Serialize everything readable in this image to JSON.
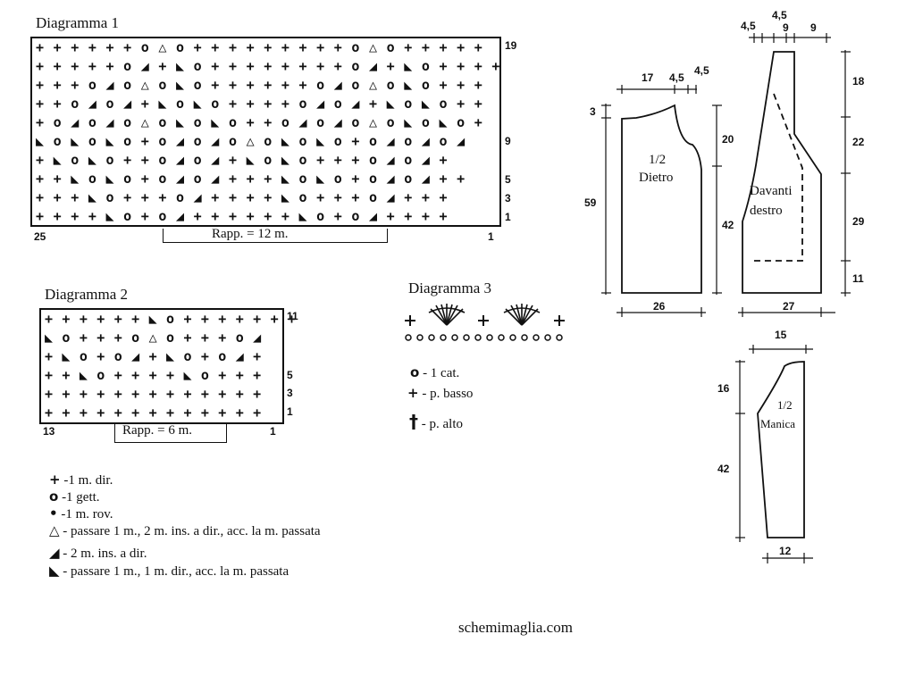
{
  "diagram1": {
    "title": "Diagramma 1",
    "rows": [
      "++++++o△o+++++++++o△o+++++",
      "+++++o◢+◣o++++++++o◢+◣o++++",
      "+++o◢o△o◣o++++++o◢o△o◣o+++",
      "++o◢o◢+◣o◣o++++o◢o◢+◣o◣o++",
      "+o◢o◢o△o◣o◣o++o◢o◢o△o◣o◣o+",
      "◣o◣o◣o+o◢o◢o△o◣o◣o+o◢o◢o◢",
      "+◣o◣o++o◢o◢+◣o◣o+++o◢o◢+",
      "++◣o◣o+o◢o◢+++◣o◣o+o◢o◢++",
      "+++◣o+++o◢++++◣o+++o◢+++",
      "++++◣o+o◢++++++◣o+o◢++++"
    ],
    "row_numbers": [
      "19",
      "9",
      "5",
      "3",
      "1"
    ],
    "left_count": "25",
    "right_count": "1",
    "repeat": "Rapp. = 12 m."
  },
  "diagram2": {
    "title": "Diagramma 2",
    "rows": [
      "++++++◣o+++++++",
      "◣o+++o△o+++o◢",
      "+◣o+o◢+◣o+o◢+",
      "++◣o++++◣o+++",
      "+++++++++++++",
      "+++++++++++++"
    ],
    "row_numbers": [
      "11",
      "5",
      "3",
      "1"
    ],
    "left_count": "13",
    "right_count": "1",
    "repeat": "Rapp. = 6 m."
  },
  "diagram3": {
    "title": "Diagramma 3",
    "legend": [
      {
        "symbol": "o",
        "text": "- 1 cat."
      },
      {
        "symbol": "+",
        "text": "- p. basso"
      },
      {
        "symbol": "†",
        "text": "- p. alto"
      }
    ]
  },
  "legend": [
    {
      "symbol": "+",
      "text": "-1 m. dir."
    },
    {
      "symbol": "o",
      "text": "-1 gett."
    },
    {
      "symbol": "•",
      "text": "-1 m. rov."
    },
    {
      "symbol": "△",
      "text": "- passare 1 m., 2 m. ins. a dir., acc. la m. passata"
    },
    {
      "symbol": "◢",
      "text": "- 2 m. ins. a dir."
    },
    {
      "symbol": "◣",
      "text": "- passare 1 m., 1 m. dir., acc. la m. passata"
    }
  ],
  "schematic": {
    "back": {
      "label1": "1/2",
      "label2": "Dietro",
      "m17": "17",
      "m45a": "4,5",
      "m45b": "4,5",
      "m3": "3",
      "m59": "59",
      "m20": "20",
      "m42": "42",
      "m26": "26"
    },
    "front": {
      "label1": "Davanti",
      "label2": "destro",
      "m45l": "4,5",
      "m45t": "4,5",
      "m9a": "9",
      "m9b": "9",
      "m18": "18",
      "m22": "22",
      "m29": "29",
      "m11": "11",
      "m27": "27"
    },
    "sleeve": {
      "label1": "1/2",
      "label2": "Manica",
      "m15": "15",
      "m16": "16",
      "m42": "42",
      "m12": "12"
    }
  },
  "footer": "schemimaglia.com"
}
